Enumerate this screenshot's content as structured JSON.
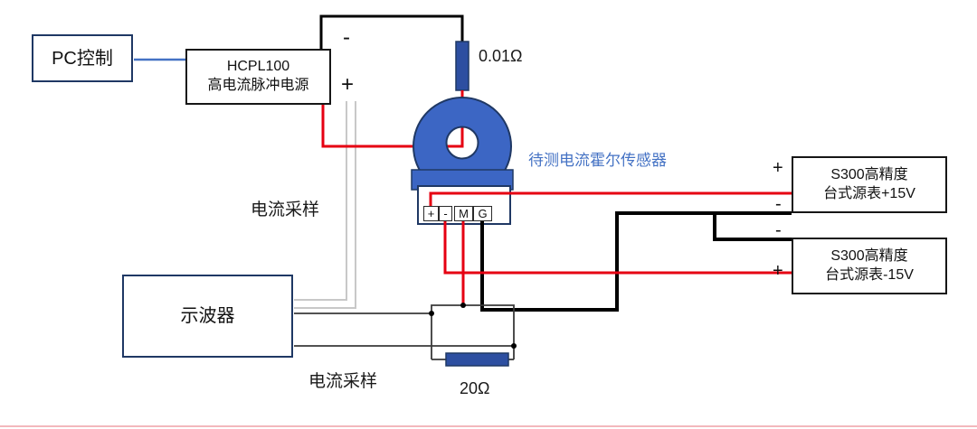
{
  "boxes": {
    "pc": {
      "label": "PC控制"
    },
    "pulse_source": {
      "line1": "HCPL100",
      "line2": "高电流脉冲电源"
    },
    "oscilloscope": {
      "label": "示波器"
    },
    "source_pos": {
      "line1": "S300高精度",
      "line2": "台式源表+15V"
    },
    "source_neg": {
      "line1": "S300高精度",
      "line2": "台式源表-15V"
    }
  },
  "components": {
    "shunt_resistor": "0.01Ω",
    "load_resistor": "20Ω",
    "sensor_label": "待测电流霍尔传感器"
  },
  "terminal_cells": [
    "+",
    "-",
    "M",
    "G"
  ],
  "polarity": {
    "output_minus": "-",
    "output_plus": "+",
    "source_pos_plus": "+",
    "source_pos_minus": "-",
    "source_neg_minus": "-",
    "source_neg_plus": "+"
  },
  "annotations": {
    "sample_top": "电流采样",
    "sample_bottom": "电流采样"
  },
  "colors": {
    "wire_red": "#e60012",
    "wire_black": "#000000",
    "wire_gray": "#c8c8c8",
    "wire_thin": "#3a3a3a",
    "link_blue": "#4472c4",
    "sensor_blue": "#3c66c4",
    "resistor_blue": "#2d4fa1",
    "border_navy": "#1f3864",
    "label_blue": "#4472c4",
    "divider_pink": "#f3b8bc"
  }
}
